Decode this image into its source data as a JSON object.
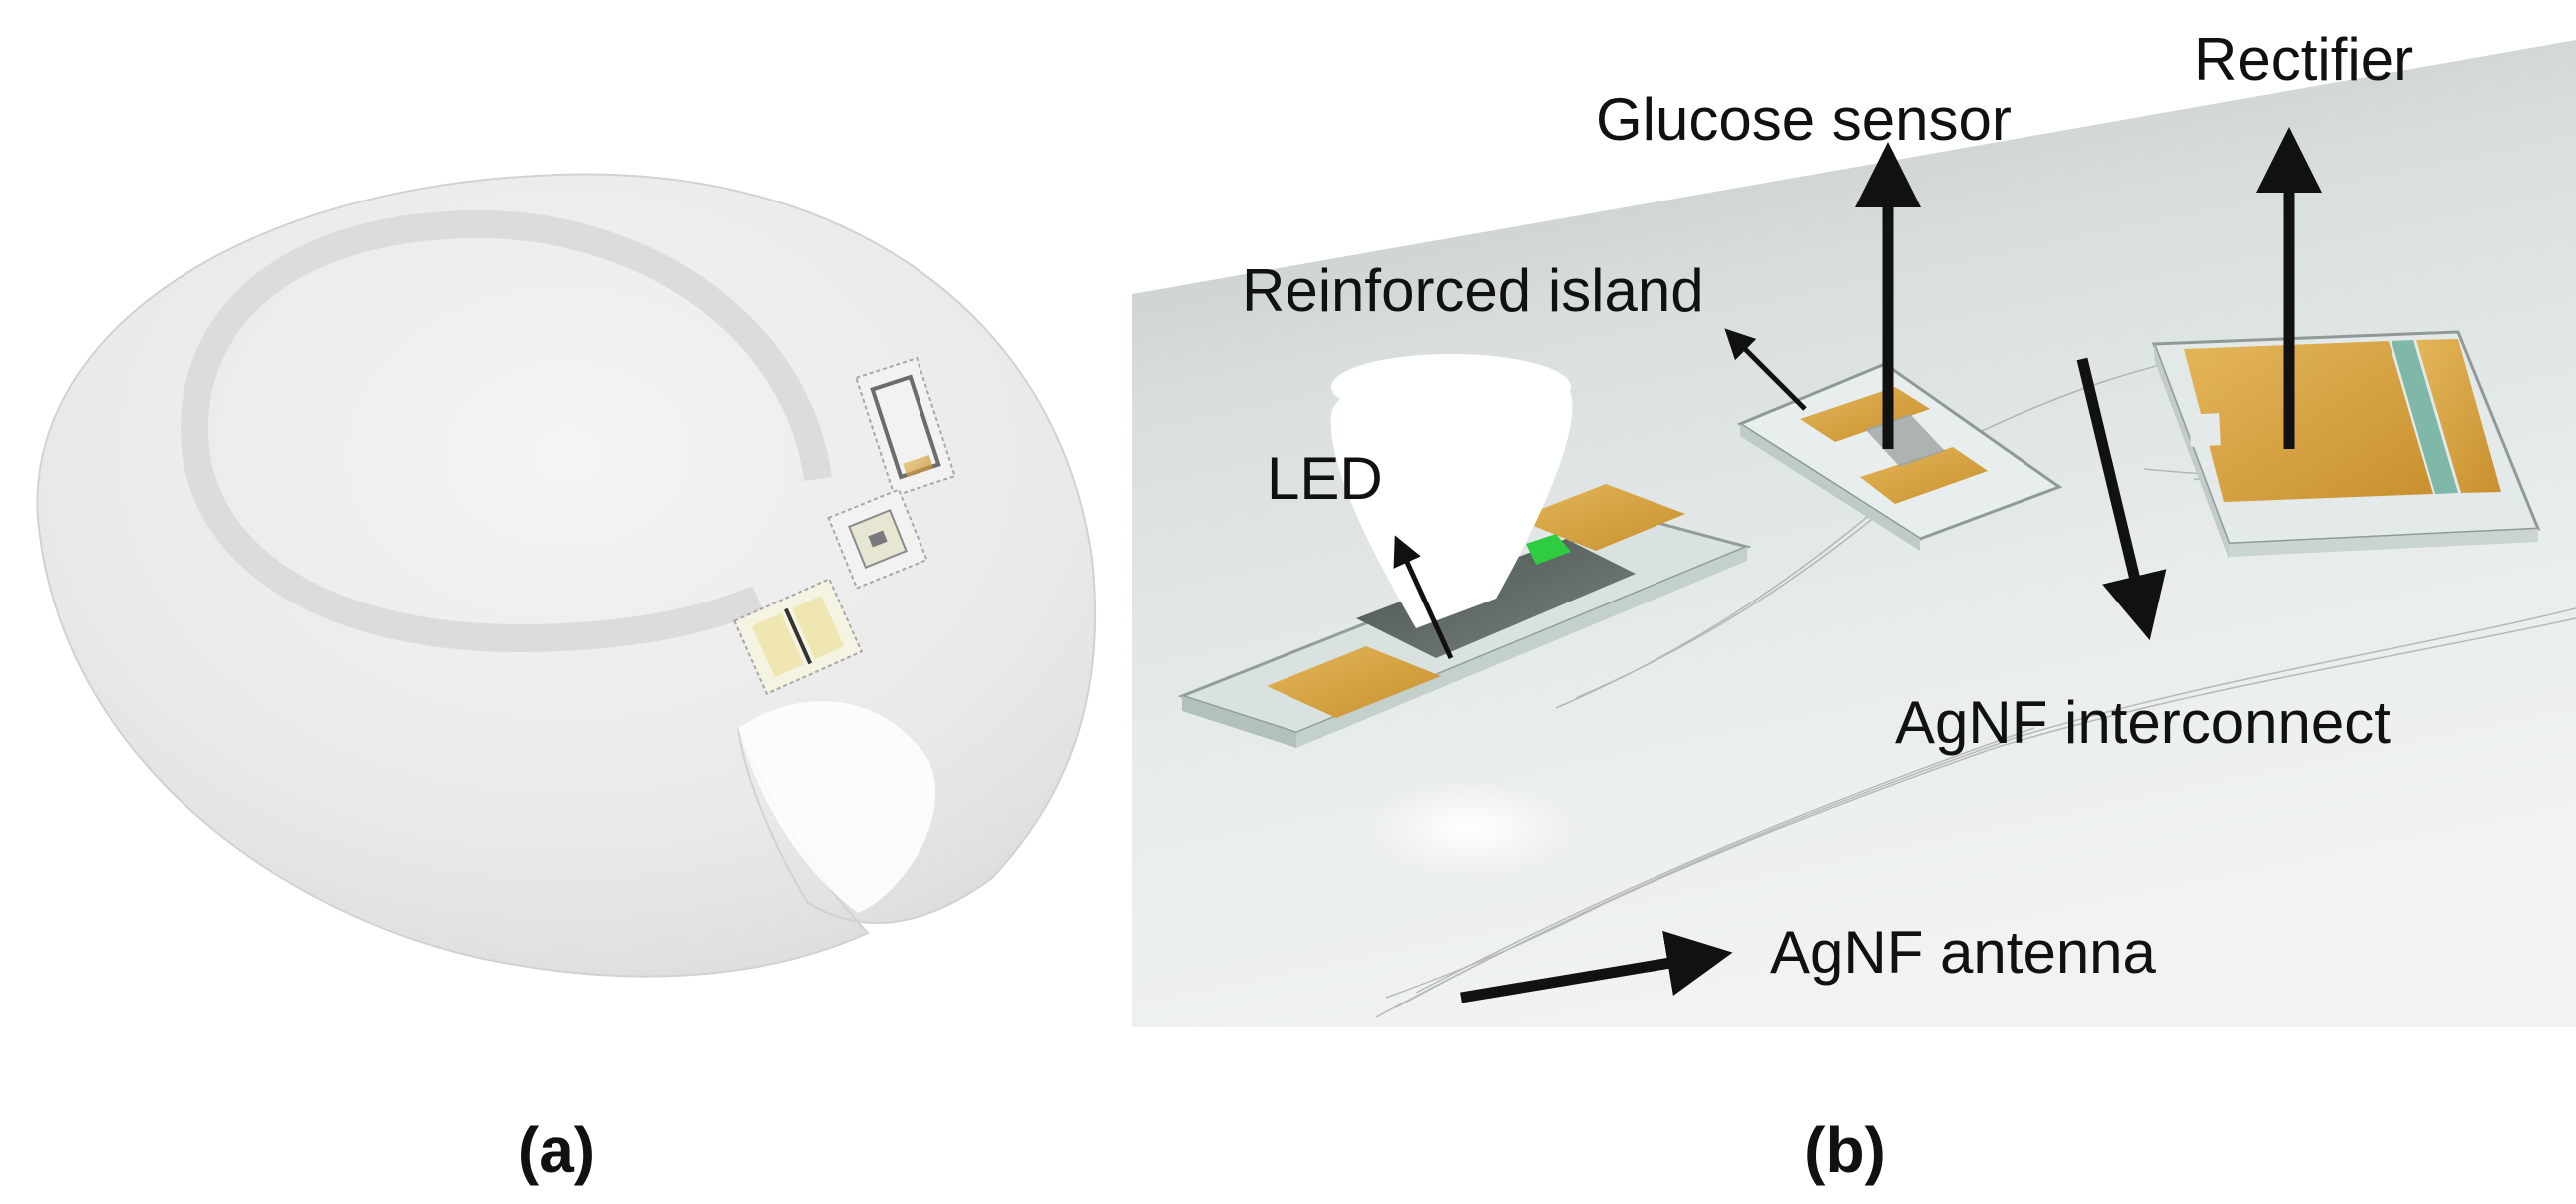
{
  "panels": {
    "a": {
      "caption": "(a)"
    },
    "b": {
      "caption": "(b)",
      "labels": {
        "rectifier": "Rectifier",
        "glucose_sensor": "Glucose sensor",
        "reinforced_island": "Reinforced island",
        "led": "LED",
        "agnf_interconnect": "AgNF interconnect",
        "agnf_antenna": "AgNF antenna"
      }
    }
  },
  "colors": {
    "gold_electrode": "#d9a53e",
    "led_green": "#2ecc40",
    "arrow": "#111111"
  }
}
